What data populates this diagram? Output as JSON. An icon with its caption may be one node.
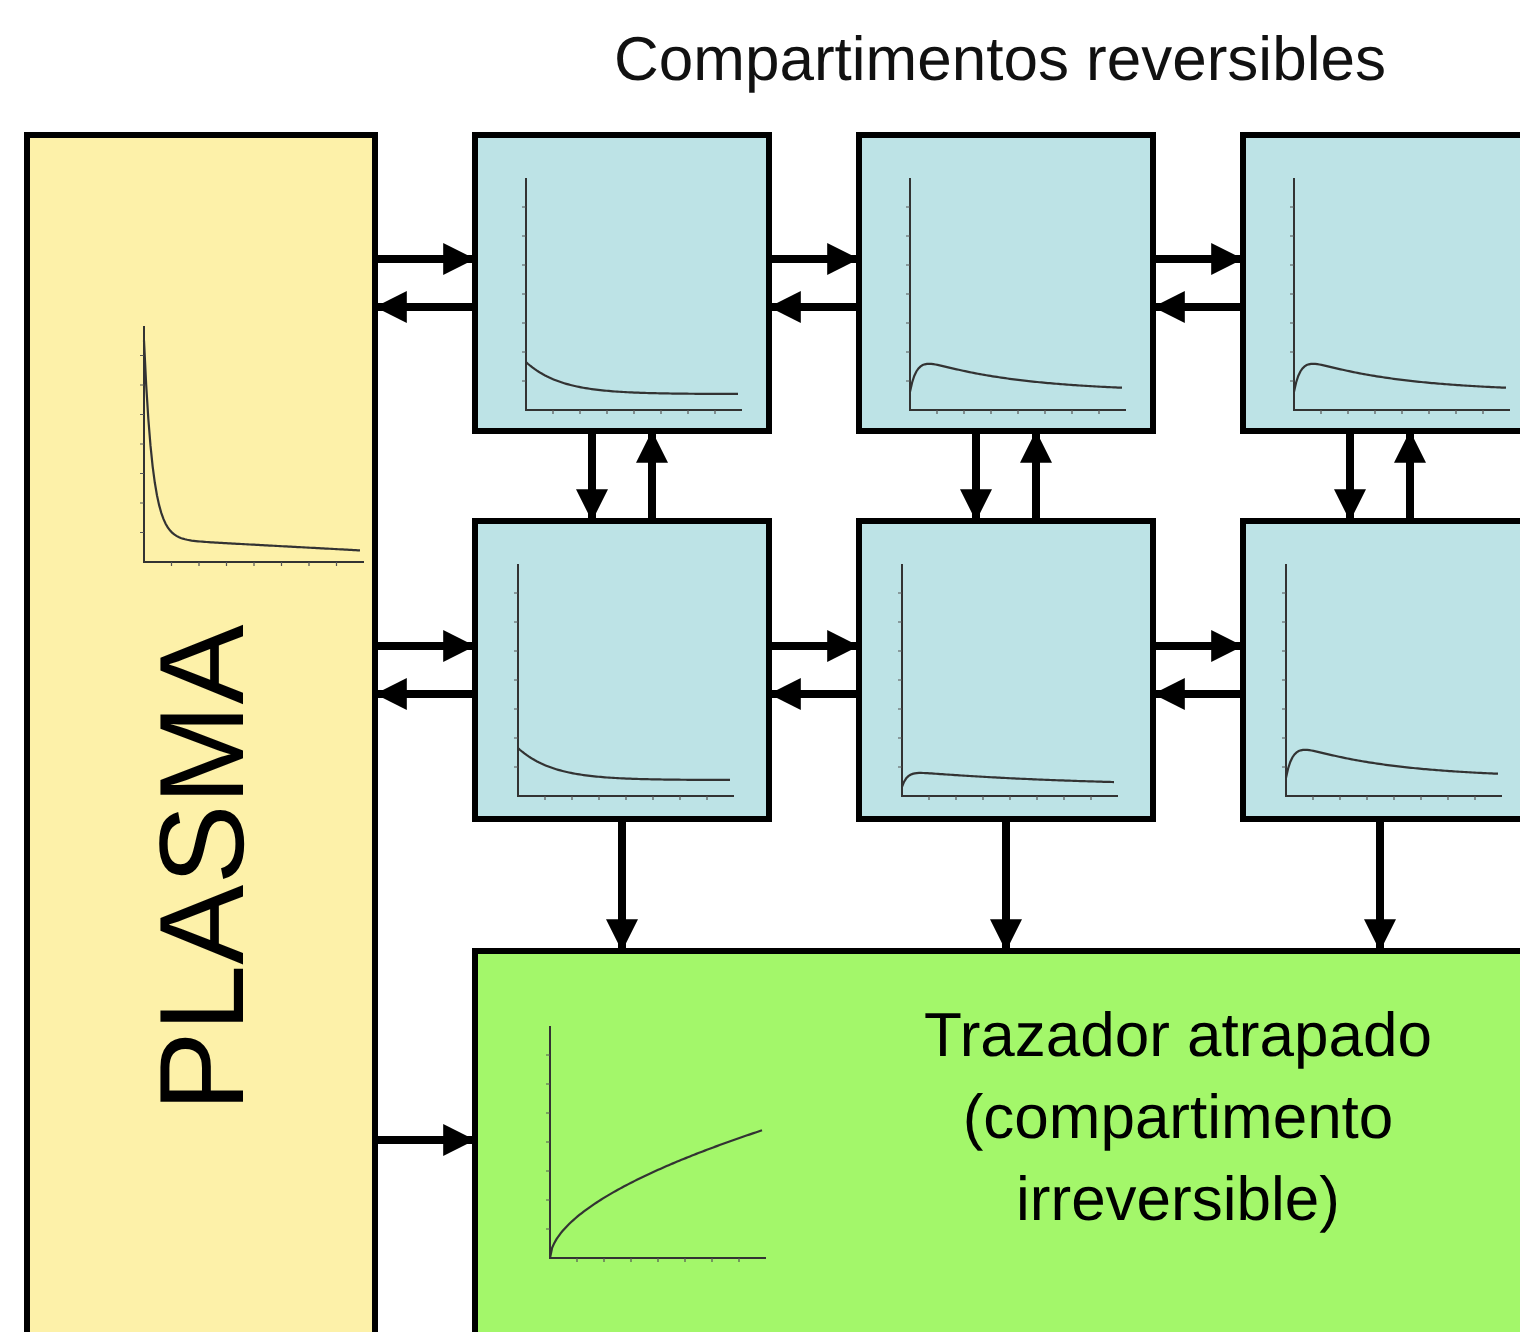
{
  "diagram": {
    "title": "Compartimentos reversibles",
    "nodes": [
      {
        "text": [
          "PLASMA"
        ]
      },
      {
        "text": [],
        "shape": "box"
      },
      {
        "text": [],
        "shape": "box"
      },
      {
        "text": [],
        "shape": "box"
      },
      {
        "text": [],
        "shape": "box"
      },
      {
        "text": [],
        "shape": "box"
      },
      {
        "text": [],
        "shape": "box"
      },
      {
        "text": [
          "Trazador atrapado (compartimento irreversible)"
        ]
      }
    ],
    "edges": [
      {
        "from": 0,
        "to": 1,
        "arrow": "to"
      },
      {
        "from": 1,
        "to": 0,
        "arrow": "to"
      },
      {
        "from": 1,
        "to": 2,
        "arrow": "to"
      },
      {
        "from": 2,
        "to": 1,
        "arrow": "to"
      },
      {
        "from": 2,
        "to": 3,
        "arrow": "to"
      },
      {
        "from": 3,
        "to": 2,
        "arrow": "to"
      },
      {
        "from": 0,
        "to": 4,
        "arrow": "to"
      },
      {
        "from": 4,
        "to": 0,
        "arrow": "to"
      },
      {
        "from": 4,
        "to": 5,
        "arrow": "to"
      },
      {
        "from": 5,
        "to": 4,
        "arrow": "to"
      },
      {
        "from": 5,
        "to": 6,
        "arrow": "to"
      },
      {
        "from": 6,
        "to": 5,
        "arrow": "to"
      },
      {
        "from": 1,
        "to": 4,
        "arrow": "to"
      },
      {
        "from": 4,
        "to": 1,
        "arrow": "to"
      },
      {
        "from": 2,
        "to": 5,
        "arrow": "to"
      },
      {
        "from": 5,
        "to": 2,
        "arrow": "to"
      },
      {
        "from": 3,
        "to": 6,
        "arrow": "to"
      },
      {
        "from": 6,
        "to": 3,
        "arrow": "to"
      },
      {
        "from": 4,
        "to": 7,
        "arrow": "to"
      },
      {
        "from": 5,
        "to": 7,
        "arrow": "to"
      },
      {
        "from": 6,
        "to": 7,
        "arrow": "to"
      },
      {
        "from": 0,
        "to": 7,
        "arrow": "to"
      }
    ]
  }
}
